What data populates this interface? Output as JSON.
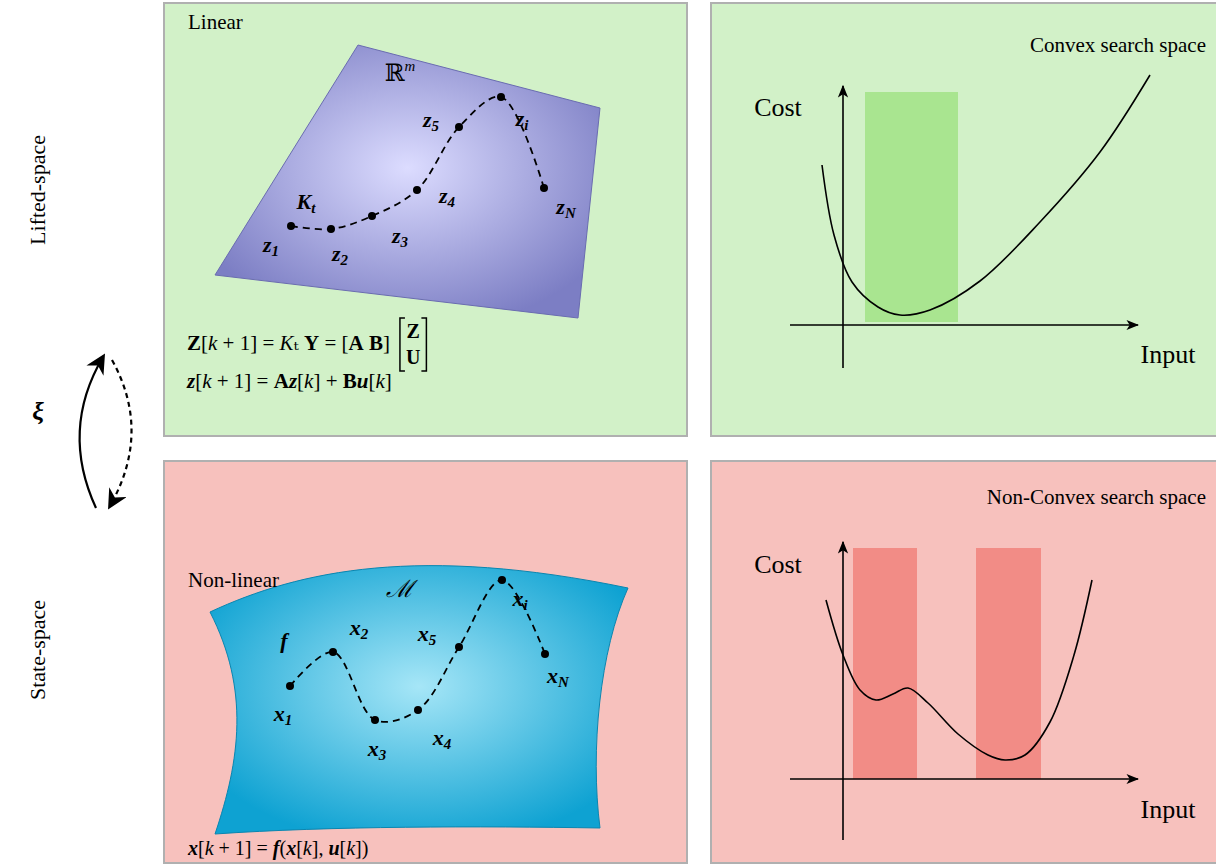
{
  "diagram": {
    "nodes": [
      {
        "text": [
          "Linear"
        ]
      },
      {
        "text": [
          "ℝm"
        ],
        "in": 0
      },
      {
        "text": [
          "Convex search space"
        ]
      },
      {
        "text": [
          "Non-linear"
        ]
      },
      {
        "text": [
          "ℳ"
        ],
        "in": 3
      },
      {
        "text": [
          "Non-Convex search space"
        ]
      }
    ],
    "labels": [
      "Lifted-space",
      "State-space",
      "ξ",
      "z1",
      "z2",
      "Kt",
      "z3",
      "z4",
      "z5",
      "zi",
      "zN",
      "Z[k + 1] = Kₜ Υ = [A B]",
      "Z",
      "U",
      "z[k + 1] = Az[k] + Bu[k]",
      "Cost",
      "Input",
      "f",
      "x1",
      "x2",
      "x3",
      "x4",
      "x5",
      "xi",
      "xN",
      "x[k + 1] = f(x[k], u[k])",
      "Cost",
      "Input"
    ]
  }
}
